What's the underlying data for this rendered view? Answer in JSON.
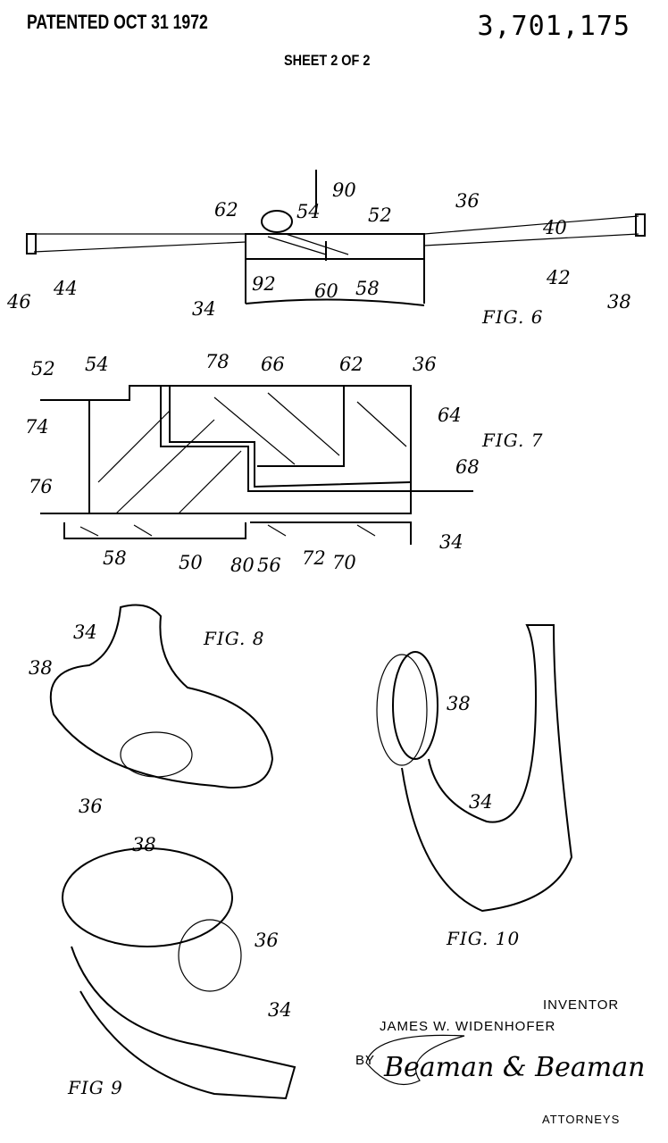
{
  "header": {
    "patented": "PATENTED OCT 31 1972",
    "patent_number": "3,701,175",
    "sheet": "SHEET 2 OF 2"
  },
  "fig6": {
    "title": "FIG. 6",
    "labels": [
      "90",
      "62",
      "54",
      "52",
      "36",
      "40",
      "42",
      "38",
      "46",
      "44",
      "92",
      "60",
      "58",
      "34"
    ]
  },
  "fig7": {
    "title": "FIG. 7",
    "labels": [
      "52",
      "54",
      "78",
      "66",
      "62",
      "36",
      "64",
      "68",
      "74",
      "76",
      "58",
      "50",
      "80",
      "56",
      "72",
      "70",
      "34"
    ]
  },
  "fig8": {
    "title": "FIG. 8",
    "labels": [
      "34",
      "38",
      "36"
    ]
  },
  "fig9": {
    "title": "FIG 9",
    "labels": [
      "38",
      "36",
      "34"
    ]
  },
  "fig10": {
    "title": "FIG. 10",
    "labels": [
      "38",
      "34"
    ]
  },
  "footer": {
    "inventor_label": "INVENTOR",
    "inventor_name": "JAMES W. WIDENHOFER",
    "by": "BY",
    "signature": "Beaman & Beaman",
    "attorney_label": "ATTORNEYS"
  }
}
